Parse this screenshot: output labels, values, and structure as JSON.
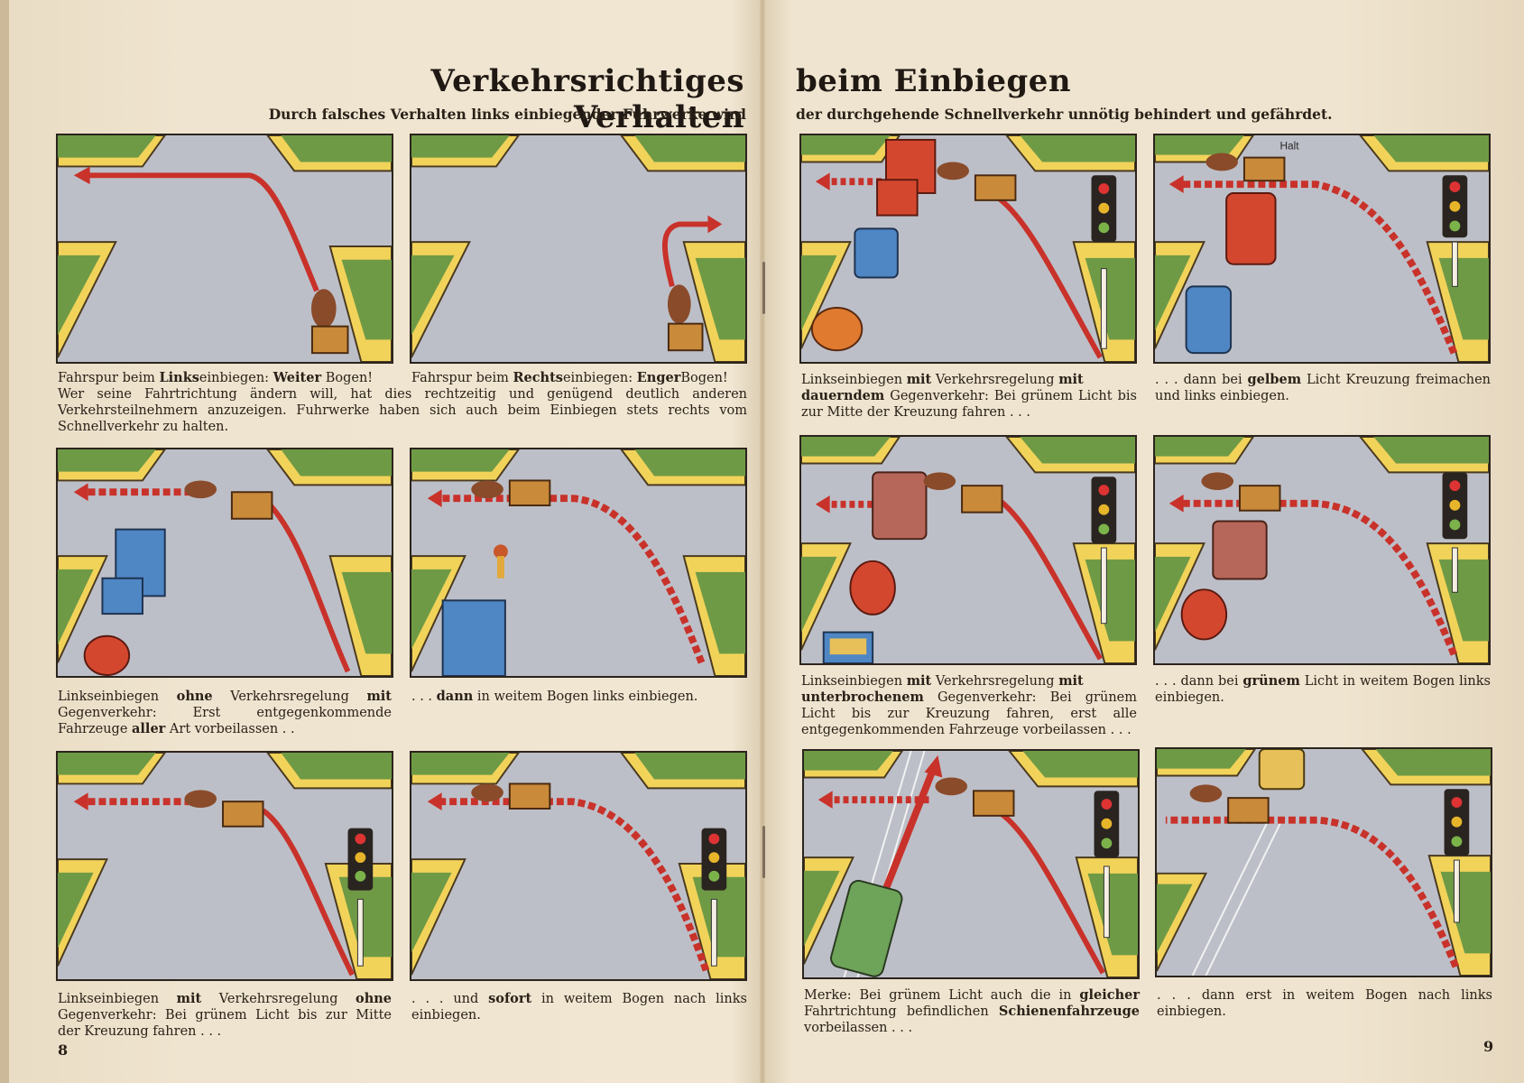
{
  "header": {
    "title_left": "Verkehrsrichtiges Verhalten",
    "title_right": "beim Einbiegen",
    "subtitle_left": "Durch falsches Verhalten links einbiegender Fuhrwerke wird",
    "subtitle_right": "der durchgehende Schnellverkehr unnötig behindert und gefährdet."
  },
  "captions": {
    "p1_a": "Fahrspur beim ",
    "p1_b": "Links",
    "p1_c": "einbiegen: ",
    "p1_d": "Weiter",
    "p1_e": " Bogen!",
    "p2_a": "Fahrspur beim ",
    "p2_b": "Rechts",
    "p2_c": "einbiegen: ",
    "p2_d": "Enger",
    "p2_e": "Bogen!",
    "p12_body": "Wer seine Fahrtrichtung ändern will, hat dies rechtzeitig und genügend deutlich anderen Verkehrsteilnehmern anzuzeigen. Fuhrwerke haben sich auch beim Einbiegen stets rechts vom Schnellverkehr zu halten.",
    "p3_a": "Linkseinbiegen ",
    "p3_b": "ohne",
    "p3_c": " Verkehrsregelung ",
    "p3_d": "mit",
    "p3_e": " Gegenverkehr: Erst entgegenkommende Fahrzeuge ",
    "p3_f": "aller",
    "p3_g": " Art vorbeilassen . .",
    "p4_a": ". . . ",
    "p4_b": "dann",
    "p4_c": " in weitem Bogen links einbiegen.",
    "p5_a": "Linkseinbiegen ",
    "p5_b": "mit",
    "p5_c": " Verkehrsregelung ",
    "p5_d": "ohne",
    "p5_e": " Gegenverkehr: Bei grünem Licht bis zur Mitte der Kreuzung fahren . . .",
    "p6_a": ". . . und ",
    "p6_b": "sofort",
    "p6_c": " in weitem Bogen nach links einbiegen.",
    "p7_a": "Linkseinbiegen ",
    "p7_b": "mit",
    "p7_c": " Verkehrsregelung ",
    "p7_d": "mit",
    "p7_e": "dauerndem",
    "p7_f": " Gegenverkehr: Bei grünem Licht bis zur Mitte der Kreuzung fahren . . .",
    "p8_a": ". . . dann bei ",
    "p8_b": "gelbem",
    "p8_c": " Licht Kreuzung freimachen und links einbiegen.",
    "p9_a": "Linkseinbiegen ",
    "p9_b": "mit",
    "p9_c": " Verkehrsregelung ",
    "p9_d": "mit",
    "p9_e": "unterbrochenem",
    "p9_f": " Gegenverkehr: Bei grünem Licht bis zur Kreuzung fahren, erst alle entgegenkommenden Fahrzeuge vorbeilassen . . .",
    "p10_a": ". . . dann bei ",
    "p10_b": "grünem",
    "p10_c": " Licht in weitem Bogen links einbiegen.",
    "p11_a": "Merke: Bei grünem Licht auch die in ",
    "p11_b": "gleicher",
    "p11_c": " Fahrtrichtung befindlichen ",
    "p11_d": "Schienenfahrzeuge",
    "p11_e": " vorbeilassen . . .",
    "p12r_a": ". . . dann erst in weitem Bogen nach links einbiegen."
  },
  "panel_labels": {
    "halt_sign": "Halt"
  },
  "page_numbers": {
    "left": "8",
    "right": "9"
  },
  "colors": {
    "paper": "#efe4cf",
    "road": "#bdbfc8",
    "curb": "#f2d35a",
    "grass": "#6f9a45",
    "arrow": "#c8322a",
    "truck_blue": "#4f86c4",
    "car_red": "#d4472f",
    "tram_green": "#6ea35a"
  }
}
